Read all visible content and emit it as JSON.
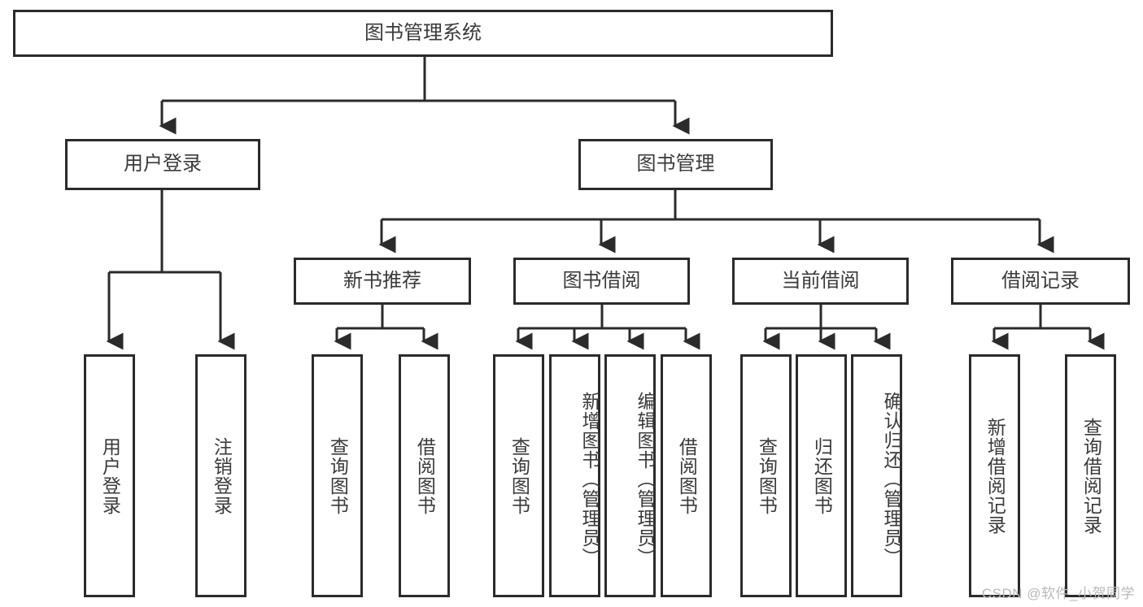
{
  "diagram": {
    "type": "hierarchy-tree",
    "title": "图书管理系统",
    "colors": {
      "box_stroke": "#2b2b2b",
      "box_fill": "#ffffff",
      "text": "#3a3a3a",
      "connector": "#2b2b2b",
      "background": "#ffffff",
      "watermark": "#b9b9b9"
    },
    "root": {
      "label": "图书管理系统"
    },
    "level2": [
      {
        "label": "用户登录"
      },
      {
        "label": "图书管理"
      }
    ],
    "level3": [
      {
        "label": "新书推荐"
      },
      {
        "label": "图书借阅"
      },
      {
        "label": "当前借阅"
      },
      {
        "label": "借阅记录"
      }
    ],
    "leaves": {
      "user_login": [
        {
          "label": "用户登录"
        },
        {
          "label": "注销登录"
        }
      ],
      "new_book_recommend": [
        {
          "label": "查询图书"
        },
        {
          "label": "借阅图书"
        }
      ],
      "book_borrow": [
        {
          "label": "查询图书"
        },
        {
          "label": "新增图书（管理员）"
        },
        {
          "label": "编辑图书（管理员）"
        },
        {
          "label": "借阅图书"
        }
      ],
      "current_borrow": [
        {
          "label": "查询图书"
        },
        {
          "label": "归还图书"
        },
        {
          "label": "确认归还（管理员）"
        }
      ],
      "borrow_records": [
        {
          "label": "新增借阅记录"
        },
        {
          "label": "查询借阅记录"
        }
      ]
    }
  },
  "watermark": {
    "text": "CSDN @软件_小贺同学"
  }
}
